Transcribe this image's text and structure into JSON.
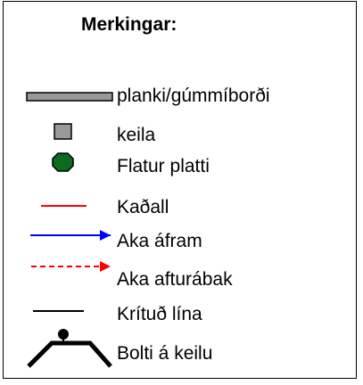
{
  "legend": {
    "title": "Merkingar:",
    "items": [
      {
        "key": "plank",
        "label": "planki/gúmmíborði",
        "icon": "plank-icon",
        "color": "#999999"
      },
      {
        "key": "cone",
        "label": "keila",
        "icon": "cone-icon",
        "color": "#999999"
      },
      {
        "key": "flat-plate",
        "label": "Flatur platti",
        "icon": "flat-plate-icon",
        "color": "#0b6b1f"
      },
      {
        "key": "rope",
        "label": "Kaðall",
        "icon": "rope-icon",
        "color": "#ff0000"
      },
      {
        "key": "drive-forward",
        "label": "Aka áfram",
        "icon": "blue-arrow-icon",
        "color": "#0000ff"
      },
      {
        "key": "drive-backward",
        "label": "Aka afturábak",
        "icon": "red-dashed-arrow-icon",
        "color": "#ff0000"
      },
      {
        "key": "chalk-line",
        "label": "Krítuð lína",
        "icon": "chalk-line-icon",
        "color": "#000000"
      },
      {
        "key": "ball-on-cone",
        "label": "Bolti á keilu",
        "icon": "ball-on-cone-icon",
        "color": "#000000"
      }
    ]
  }
}
